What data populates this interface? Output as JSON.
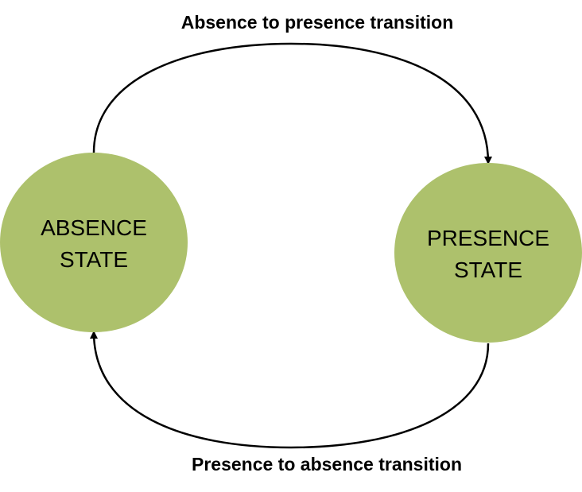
{
  "diagram": {
    "states": [
      {
        "line1": "ABSENCE",
        "line2": "STATE"
      },
      {
        "line1": "PRESENCE",
        "line2": "STATE"
      }
    ],
    "transitions": [
      {
        "label": "Absence to presence transition"
      },
      {
        "label": "Presence to absence transition"
      }
    ],
    "colors": {
      "state_fill": "#adc16c",
      "arrow": "#000000"
    }
  }
}
